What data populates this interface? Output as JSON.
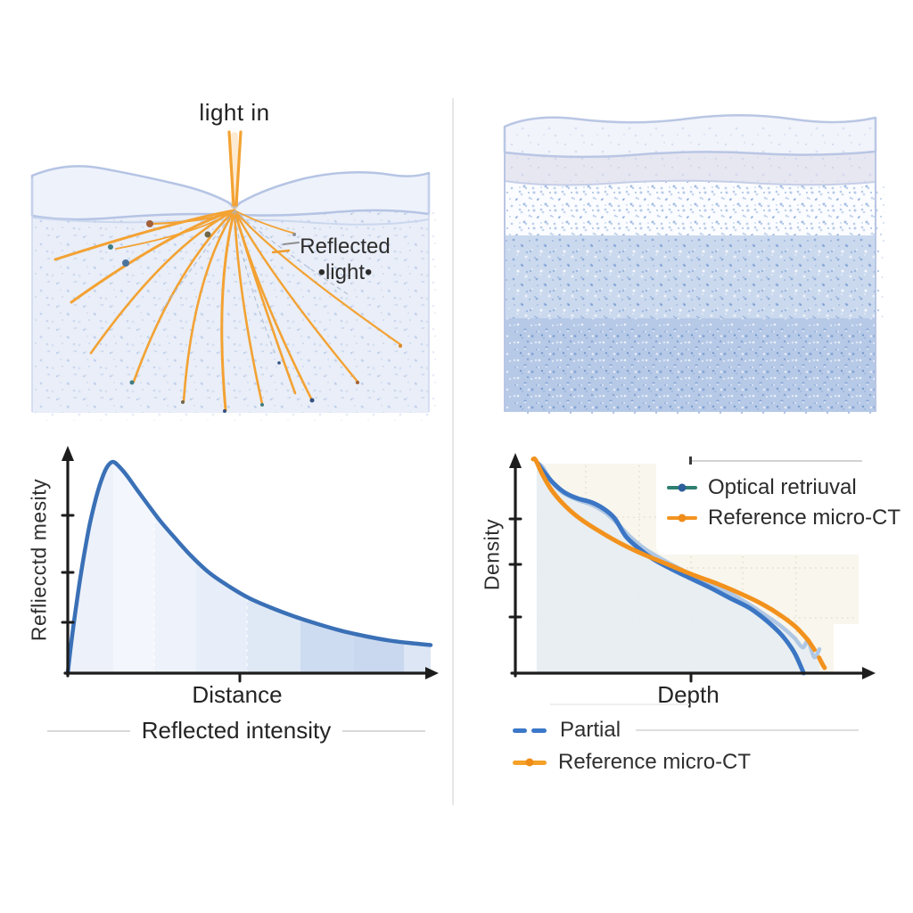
{
  "left_panel": {
    "illustration": {
      "light_in_label": "light in",
      "reflected_line1": "Reflected",
      "reflected_line2": "•light•"
    },
    "chart": {
      "ylabel": "Refliecctd mesity",
      "xlabel": "Distance",
      "caption": "Reflected intensity"
    }
  },
  "right_panel": {
    "chart": {
      "ylabel": "Density",
      "xlabel": "Depth",
      "legend": {
        "items": [
          {
            "label": "Optical retriuval",
            "line_color": "#2f8070",
            "dot_color": "#2c5f9c"
          },
          {
            "label": "Reference micro-CT",
            "line_color": "#f29422",
            "dot_color": "#ef8c1a"
          }
        ]
      }
    },
    "bottom_legend": {
      "items": [
        {
          "label": "Partial",
          "color": "#3c78c8"
        },
        {
          "label": "Reference micro-CT",
          "color": "#f5a027"
        }
      ]
    }
  },
  "colors": {
    "ray_orange": "#f3a233",
    "left_curve_blue": "#3a70b6",
    "partial_blue": "#3b76c4",
    "reference_orange": "#f2921d",
    "optical_smoothed_blue": "#a4c0e2",
    "axis_black": "#1d1d1d",
    "cream_bg": "#f8f5ec",
    "fill_blue_gray": "#e6edf1"
  },
  "chart_data": [
    {
      "id": "reflected-intensity-vs-distance",
      "type": "line",
      "title": "Reflected intensity",
      "xlabel": "Distance",
      "ylabel": "Refliecctd mesity",
      "x_range": [
        0,
        1
      ],
      "y_range": [
        0,
        1
      ],
      "grid": false,
      "legend_position": "none",
      "series": [
        {
          "name": "Reflected intensity",
          "color": "#3a70b6",
          "x": [
            0,
            0.01,
            0.025,
            0.042,
            0.06,
            0.078,
            0.095,
            0.11,
            0.125,
            0.143,
            0.165,
            0.19,
            0.22,
            0.255,
            0.295,
            0.34,
            0.39,
            0.445,
            0.5,
            0.56,
            0.625,
            0.69,
            0.755,
            0.82,
            0.885,
            0.945,
            1.0
          ],
          "y": [
            0,
            0.15,
            0.34,
            0.53,
            0.7,
            0.83,
            0.925,
            0.98,
            1.0,
            0.975,
            0.93,
            0.87,
            0.8,
            0.72,
            0.64,
            0.555,
            0.475,
            0.41,
            0.355,
            0.31,
            0.268,
            0.232,
            0.2,
            0.175,
            0.155,
            0.142,
            0.133
          ]
        }
      ]
    },
    {
      "id": "density-vs-depth",
      "type": "line",
      "title": "",
      "xlabel": "Depth",
      "ylabel": "Density",
      "x_range": [
        0,
        1
      ],
      "y_range": [
        0,
        1
      ],
      "grid": true,
      "legend_position": "upper-right",
      "legend_entries": [
        "Optical retriuval",
        "Reference micro-CT"
      ],
      "series": [
        {
          "name": "Optical retriuval (smoothed)",
          "color": "#a4c0e2",
          "x": [
            0.066,
            0.085,
            0.112,
            0.145,
            0.189,
            0.236,
            0.279,
            0.321,
            0.359,
            0.403,
            0.458,
            0.521,
            0.589,
            0.658,
            0.721,
            0.775,
            0.822,
            0.863,
            0.89,
            0.907,
            0.926,
            0.942
          ],
          "y": [
            0.985,
            0.962,
            0.896,
            0.846,
            0.812,
            0.787,
            0.75,
            0.692,
            0.633,
            0.579,
            0.529,
            0.479,
            0.429,
            0.379,
            0.325,
            0.271,
            0.221,
            0.167,
            0.121,
            0.15,
            0.075,
            0.112
          ]
        },
        {
          "name": "Partial",
          "color": "#3b76c4",
          "x": [
            0.068,
            0.09,
            0.118,
            0.151,
            0.192,
            0.233,
            0.271,
            0.307,
            0.342,
            0.381,
            0.425,
            0.479,
            0.54,
            0.603,
            0.666,
            0.726,
            0.781,
            0.827,
            0.863,
            0.885,
            0.893
          ],
          "y": [
            0.983,
            0.938,
            0.888,
            0.846,
            0.817,
            0.8,
            0.771,
            0.725,
            0.64,
            0.585,
            0.535,
            0.49,
            0.445,
            0.4,
            0.35,
            0.304,
            0.242,
            0.175,
            0.1,
            0.029,
            0
          ]
        },
        {
          "name": "Reference micro-CT",
          "color": "#f2921d",
          "dash_from_x": 0.9,
          "x": [
            0.055,
            0.063,
            0.085,
            0.115,
            0.156,
            0.205,
            0.266,
            0.334,
            0.405,
            0.479,
            0.553,
            0.627,
            0.699,
            0.767,
            0.825,
            0.871,
            0.907,
            0.934,
            0.953,
            0.967
          ],
          "y": [
            1.0,
            0.996,
            0.925,
            0.85,
            0.779,
            0.717,
            0.658,
            0.6,
            0.55,
            0.504,
            0.458,
            0.417,
            0.371,
            0.321,
            0.267,
            0.213,
            0.154,
            0.092,
            0.038,
            0.005
          ]
        }
      ]
    }
  ]
}
